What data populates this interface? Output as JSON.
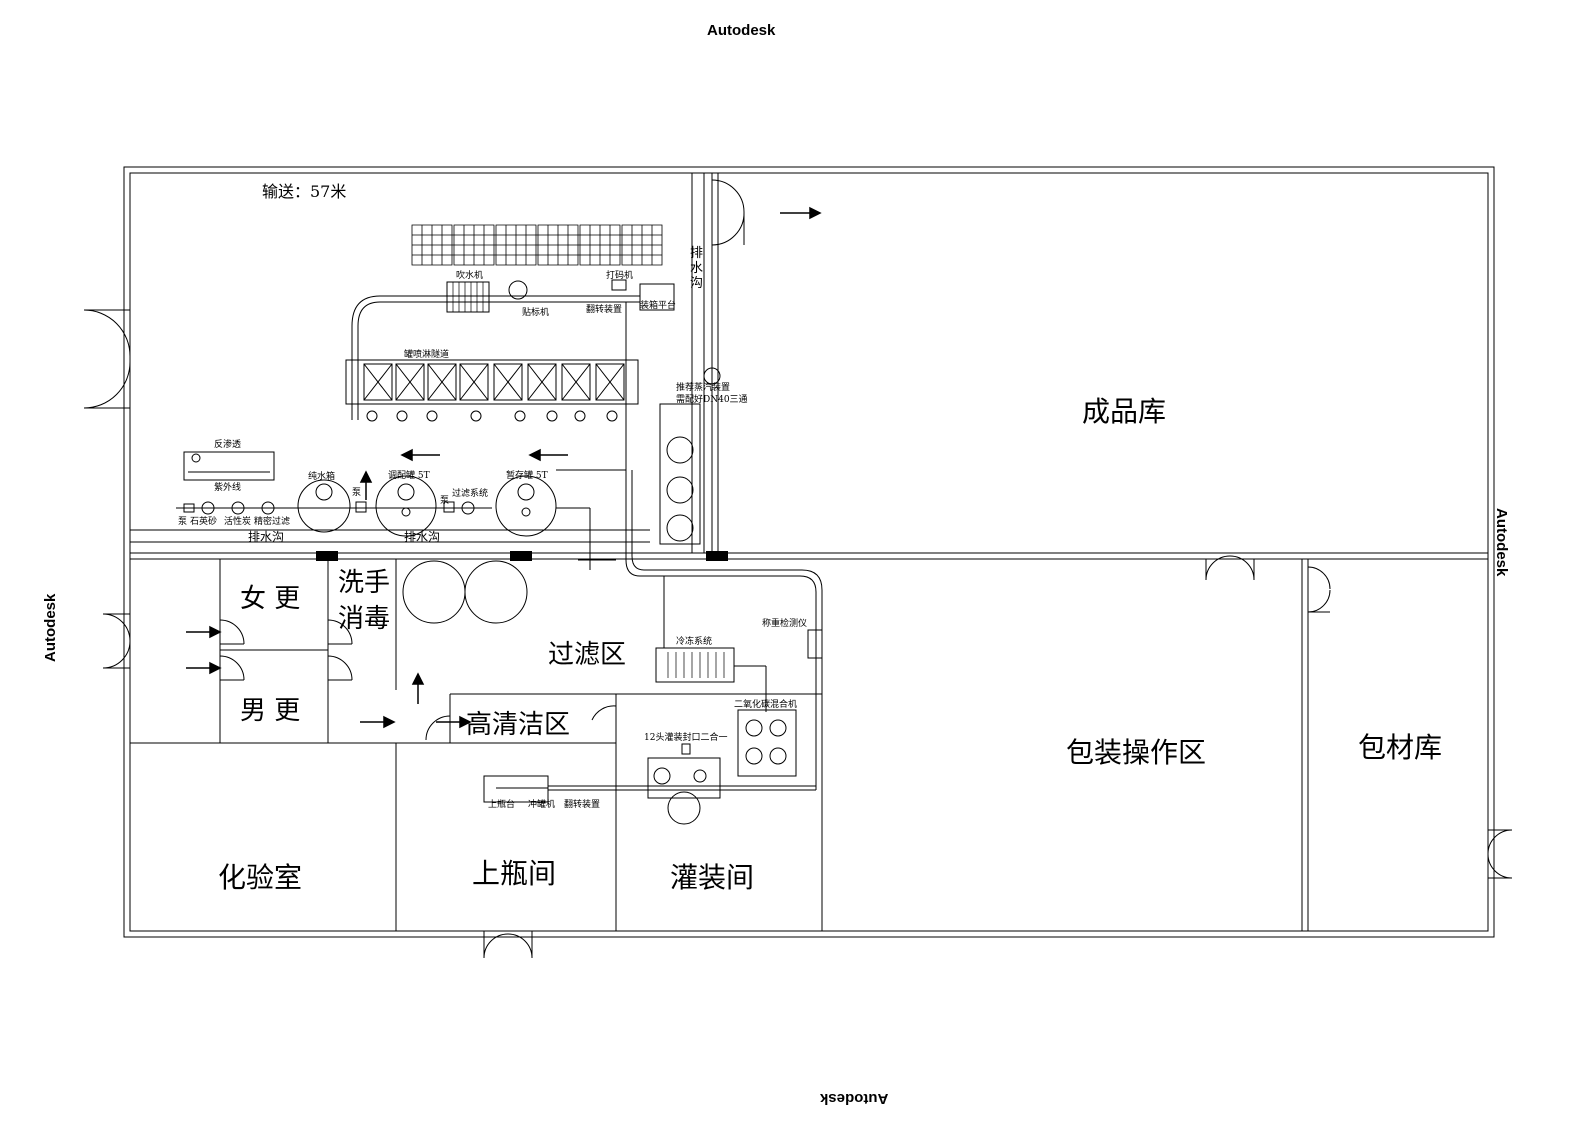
{
  "watermarks": {
    "top": "Autodesk",
    "right": "Autodesk",
    "bottom": "Autodesk",
    "left": "Autodesk"
  },
  "conveyor_note": "输送：57米",
  "rooms": {
    "finished_goods": "成品库",
    "packing_area": "包装操作区",
    "packaging_store": "包材库",
    "lab": "化验室",
    "bottle_loading": "上瓶间",
    "filling": "灌装间",
    "clean_area": "高清洁区",
    "filter_area": "过滤区",
    "female_change": "女 更",
    "male_change": "男 更",
    "wash_line1": "洗手",
    "wash_line2": "消毒"
  },
  "equipment": {
    "blow_dryer": "吹水机",
    "labeler": "贴标机",
    "coder": "打码机",
    "flip_device_top": "翻转装置",
    "packing_table": "装箱平台",
    "spray_tunnel": "罐喷淋隧道",
    "steam_note1": "推荐蒸汽装置",
    "steam_note2": "需配好DN40三通",
    "reverse_osmosis": "反渗透",
    "uv": "紫外线",
    "pump": "泵",
    "quartz_sand": "石英砂",
    "activated_carbon": "活性炭",
    "fine_filter": "精密过滤",
    "pure_water_tank": "纯水箱",
    "pump2": "泵",
    "mixing_tank": "调配罐  5T",
    "pump3": "泵",
    "filter_system": "过滤系统",
    "storage_tank": "暂存罐  5T",
    "freezing_system": "冷冻系统",
    "checkweigher": "称重检测仪",
    "co2_mixer": "二氧化碳混合机",
    "filler_sealer": "12头灌装封口二合一",
    "bottle_table": "上瓶台",
    "can_washer": "冲罐机",
    "flip_device_bottom": "翻转装置"
  },
  "drains": {
    "drain_vertical": "排水沟",
    "drain_left": "排水沟",
    "drain_mid": "排水沟"
  }
}
